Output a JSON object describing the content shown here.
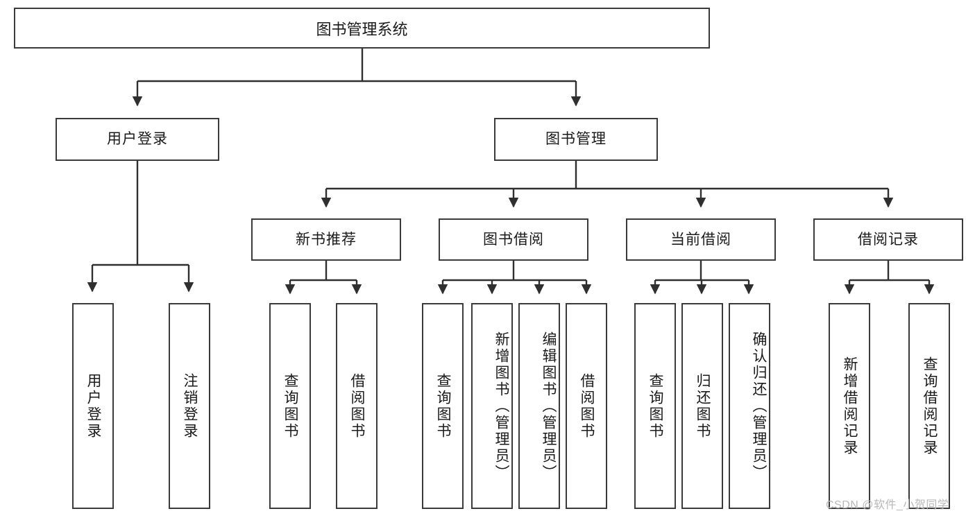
{
  "diagram": {
    "type": "tree",
    "title": "图书管理系统",
    "root": {
      "label": "图书管理系统"
    },
    "level2": [
      {
        "label": "用户登录"
      },
      {
        "label": "图书管理"
      }
    ],
    "level3": [
      {
        "label": "新书推荐"
      },
      {
        "label": "图书借阅"
      },
      {
        "label": "当前借阅"
      },
      {
        "label": "借阅记录"
      }
    ],
    "leaves": {
      "user_login": [
        {
          "label": "用户登录"
        },
        {
          "label": "注销登录"
        }
      ],
      "new_book_recommend": [
        {
          "label": "查询图书"
        },
        {
          "label": "借阅图书"
        }
      ],
      "book_borrow": [
        {
          "label": "查询图书"
        },
        {
          "label": "新增图书（管理员）"
        },
        {
          "label": "编辑图书（管理员）"
        },
        {
          "label": "借阅图书"
        }
      ],
      "current_borrow": [
        {
          "label": "查询图书"
        },
        {
          "label": "归还图书"
        },
        {
          "label": "确认归还（管理员）"
        }
      ],
      "borrow_record": [
        {
          "label": "新增借阅记录"
        },
        {
          "label": "查询借阅记录"
        }
      ]
    }
  },
  "watermark": {
    "text": "CSDN @软件_小贺同学"
  },
  "colors": {
    "stroke": "#3a3a3a",
    "text": "#1a1a1a",
    "background": "#ffffff",
    "watermark": "#b8b8b8"
  }
}
